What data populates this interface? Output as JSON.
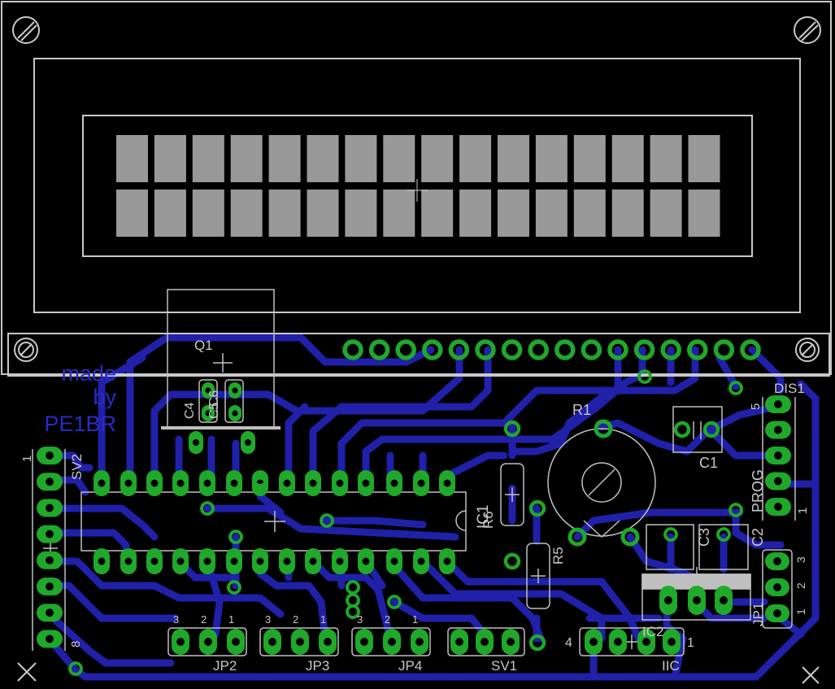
{
  "colors": {
    "background": "#000000",
    "copper": "#2020a8",
    "pad": "#1fa82a",
    "silkscreen": "#c0c0c0",
    "lcd_segment": "#999999"
  },
  "credit": {
    "line1": "made",
    "line2": "by",
    "line3": "PE1BR"
  },
  "labels": {
    "q1": "Q1",
    "c4": "C4",
    "c5": "C5",
    "c6": "C6",
    "r1": "R1",
    "c1": "C1",
    "c2": "C2",
    "c3": "C3",
    "r5": "R5",
    "r6": "R6",
    "ic1": "IC1",
    "ic2": "IC2",
    "dis1": "DIS1",
    "prog": "PROG",
    "sv2": "SV2",
    "sv1": "SV1",
    "jp1": "JP1",
    "jp2": "JP2",
    "jp3": "JP3",
    "jp4": "JP4",
    "iic": "IIC"
  },
  "pin_numbers": {
    "sv2_top": "1",
    "sv2_bottom": "8",
    "dis1_top": "5",
    "dis1_bottom": "1",
    "jp1_top": "3",
    "jp1_mid": "2",
    "jp1_bot": "1",
    "jp_left": "3",
    "jp_mid": "2",
    "jp_right": "1",
    "iic_left": "4",
    "iic_right": "1"
  },
  "lcd": {
    "rows": 2,
    "columns": 16
  }
}
